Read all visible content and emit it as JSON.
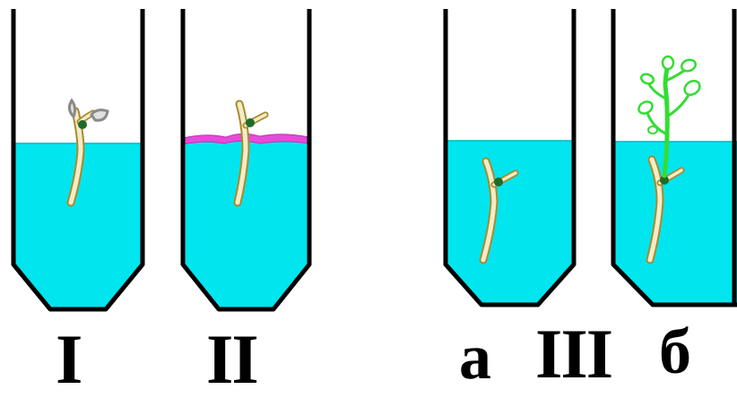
{
  "labels": {
    "tube1": "I",
    "tube2": "II",
    "tube3_group": "III",
    "tube3a": "а",
    "tube3b": "б"
  },
  "colors": {
    "water": "#00E5EE",
    "water_edge": "#00B5C8",
    "outline": "#000000",
    "stem_fill": "#F3ECC8",
    "stem_edge": "#A88B2E",
    "bud": "#1F6B2A",
    "oil_film": "#E84AD8",
    "shoot": "#33DD33",
    "wilted_leaf": "#A0A0A0"
  }
}
